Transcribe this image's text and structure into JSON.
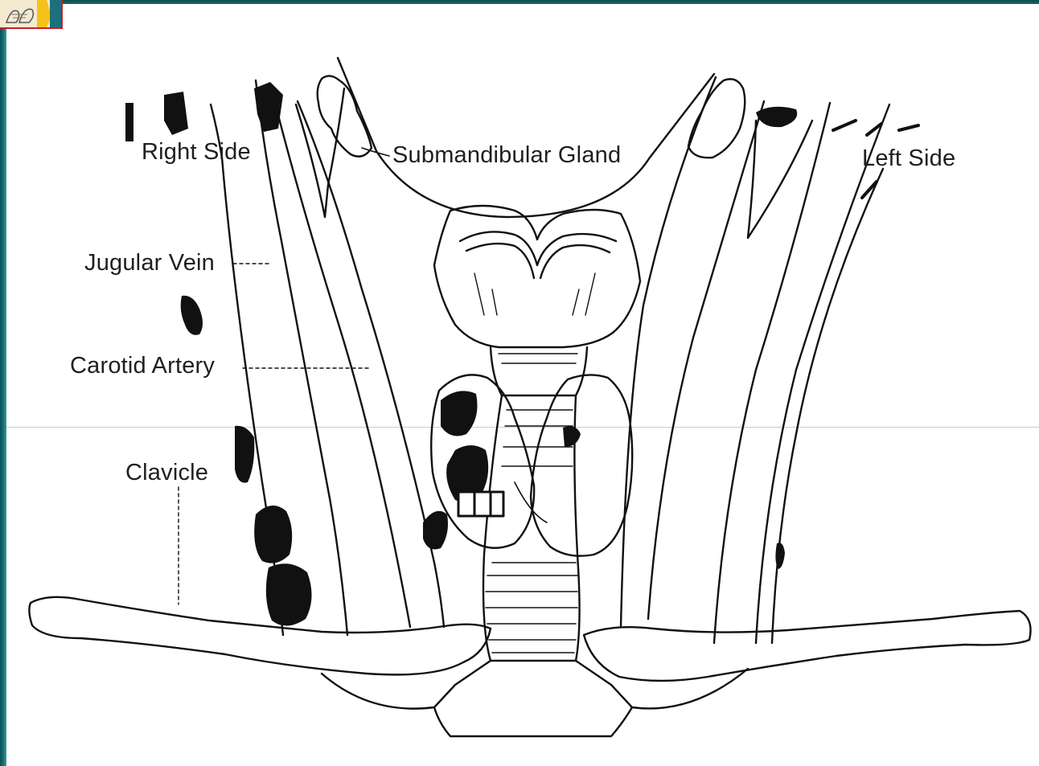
{
  "labels": {
    "right_side": "Right Side",
    "submandibular_gland": "Submandibular Gland",
    "left_side": "Left Side",
    "jugular_vein": "Jugular Vein",
    "carotid_artery": "Carotid Artery",
    "clavicle": "Clavicle"
  },
  "colors": {
    "slide_accent": "#16767a",
    "logo_border": "#c81e2a",
    "line_art": "#111111"
  }
}
